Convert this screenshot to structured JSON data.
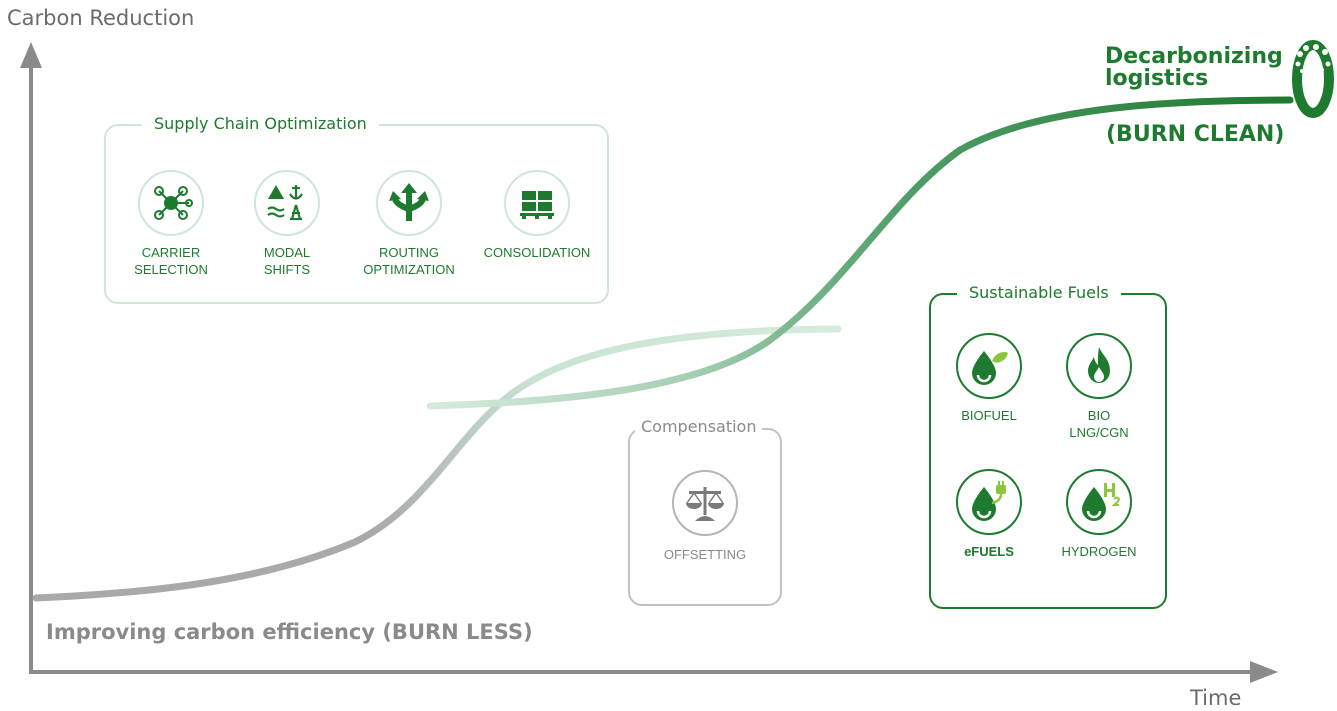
{
  "axes": {
    "y_label": "Carbon Reduction",
    "x_label": "Time"
  },
  "captions": {
    "burn_less": "Improving carbon efficiency (BURN LESS)",
    "decarbonizing_line1": "Decarbonizing",
    "decarbonizing_line2": "logistics",
    "burn_clean": "(BURN CLEAN)"
  },
  "groups": {
    "supply_chain": {
      "title": "Supply Chain Optimization",
      "items": [
        {
          "label_line1": "CARRIER",
          "label_line2": "SELECTION",
          "icon": "network-hub-icon"
        },
        {
          "label_line1": "MODAL",
          "label_line2": "SHIFTS",
          "icon": "transport-modes-icon"
        },
        {
          "label_line1": "ROUTING",
          "label_line2": "OPTIMIZATION",
          "icon": "route-split-icon"
        },
        {
          "label_line1": "CONSOLIDATION",
          "label_line2": "",
          "icon": "pallet-boxes-icon"
        }
      ]
    },
    "compensation": {
      "title": "Compensation",
      "items": [
        {
          "label_line1": "OFFSETTING",
          "icon": "balance-scale-icon"
        }
      ]
    },
    "sustainable_fuels": {
      "title": "Sustainable Fuels",
      "items": [
        {
          "label_line1": "BIOFUEL",
          "label_line2": "",
          "icon": "biofuel-drop-leaf-icon"
        },
        {
          "label_line1": "BIO",
          "label_line2": "LNG/CGN",
          "icon": "flame-drop-icon"
        },
        {
          "label_line1": "eFUELS",
          "label_line2": "",
          "icon": "efuel-drop-plug-icon"
        },
        {
          "label_line1": "HYDROGEN",
          "label_line2": "",
          "icon": "hydrogen-drop-icon"
        }
      ]
    }
  },
  "colors": {
    "dark_green": "#1e7a2e",
    "light_green": "#cfe5d7",
    "grey": "#a9a9a9",
    "axis_grey": "#8a8a8a"
  }
}
